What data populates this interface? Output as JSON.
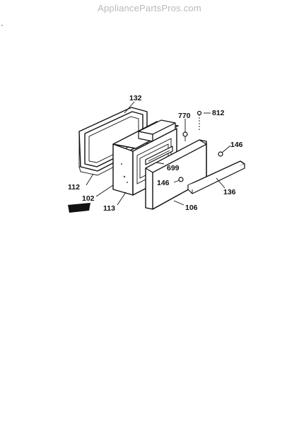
{
  "watermark": "AppliancePartsPros.com",
  "diagram": {
    "callouts": {
      "c132": "132",
      "c770": "770",
      "c812": "812",
      "c146a": "146",
      "c699": "699",
      "c146b": "146",
      "c112": "112",
      "c102": "102",
      "c113": "113",
      "c106": "106",
      "c136": "136"
    }
  }
}
